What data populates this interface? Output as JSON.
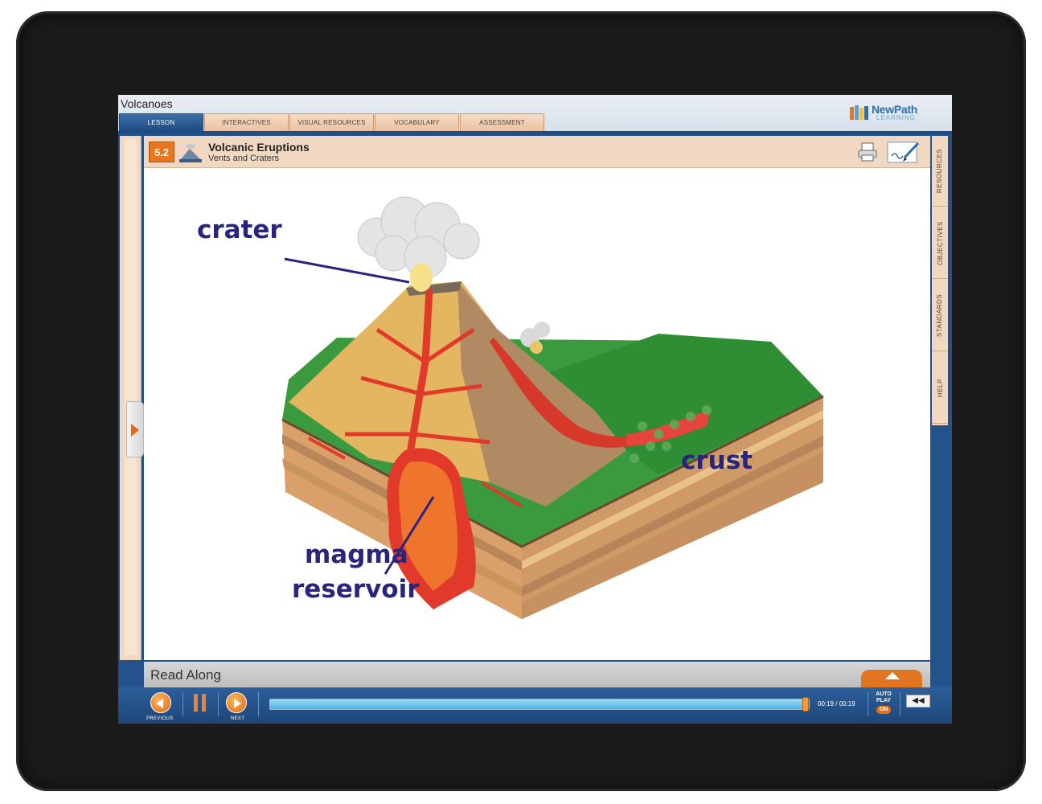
{
  "app": {
    "title": "Volcanoes"
  },
  "logo": {
    "brand": "NewPath",
    "sub": "LEARNING"
  },
  "tabs": [
    {
      "label": "LESSON",
      "active": true
    },
    {
      "label": "INTERACTIVES",
      "active": false
    },
    {
      "label": "VISUAL RESOURCES",
      "active": false
    },
    {
      "label": "VOCABULARY",
      "active": false
    },
    {
      "label": "ASSESSMENT",
      "active": false
    }
  ],
  "lesson": {
    "number": "5.2",
    "title": "Volcanic Eruptions",
    "subtitle": "Vents and Craters"
  },
  "side_tabs": [
    "RESOURCES",
    "OBJECTIVES",
    "STANDARDS",
    "HELP"
  ],
  "diagram": {
    "labels": {
      "crater": "crater",
      "crust": "crust",
      "magma_line1": "magma",
      "magma_line2": "reservoir"
    }
  },
  "read_along": {
    "label": "Read Along"
  },
  "player": {
    "previous_label": "PREVIOUS",
    "next_label": "NEXT",
    "time": "00:19 / 00:19",
    "progress_fraction": 1.0,
    "autoplay_line1": "AUTO",
    "autoplay_line2": "PLAY",
    "autoplay_state": "ON",
    "volume_glyph": "◀◀"
  },
  "colors": {
    "accent_orange": "#e8761e",
    "frame_blue": "#24528a",
    "label_navy": "#27257e",
    "tab_peach": "#f1d8c3"
  }
}
